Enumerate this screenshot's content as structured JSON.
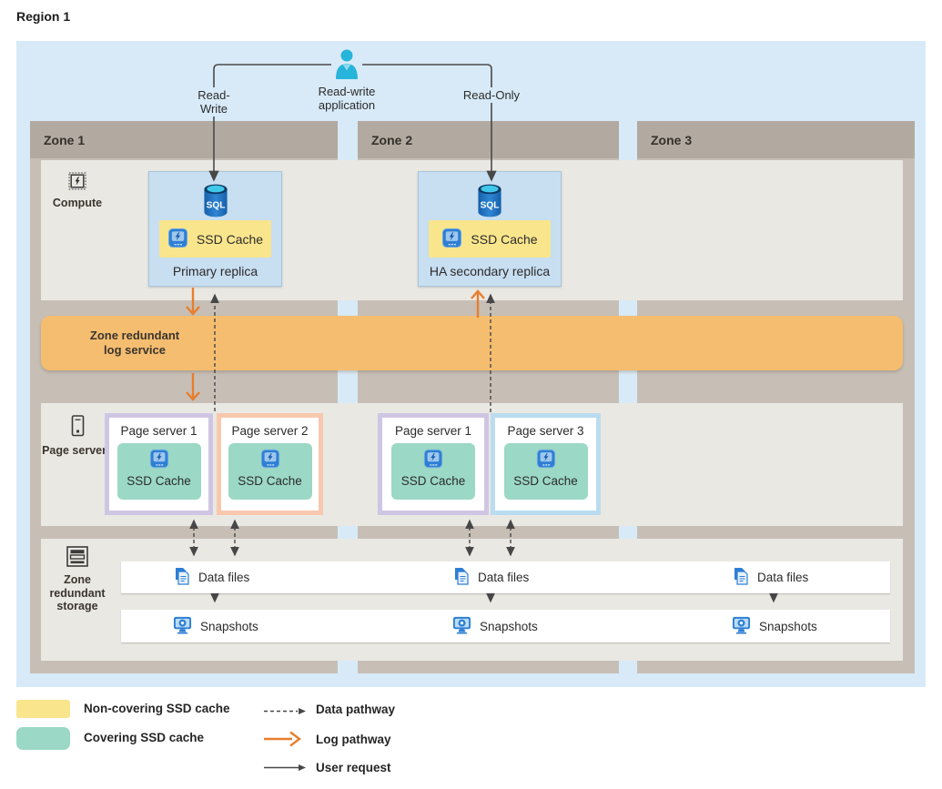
{
  "region": {
    "label": "Region 1"
  },
  "application": {
    "name": "Read-write application",
    "icon": "user-icon"
  },
  "connections": {
    "read_write": "Read-Write",
    "read_only": "Read-Only"
  },
  "zones": {
    "zone1": "Zone 1",
    "zone2": "Zone 2",
    "zone3": "Zone 3"
  },
  "compute": {
    "section_label": "Compute",
    "sql_icon_label": "SQL",
    "primary": {
      "caption": "Primary replica",
      "cache": "SSD Cache"
    },
    "ha_secondary": {
      "caption": "HA secondary replica",
      "cache": "SSD Cache"
    }
  },
  "log_service": {
    "label": "Zone redundant log service"
  },
  "page_servers": {
    "section_label": "Page servers",
    "boxes": [
      {
        "zone": "Zone 1",
        "title": "Page server 1",
        "cache": "SSD Cache",
        "accent": "lavender"
      },
      {
        "zone": "Zone 1",
        "title": "Page server 2",
        "cache": "SSD Cache",
        "accent": "peach"
      },
      {
        "zone": "Zone 2",
        "title": "Page server 1",
        "cache": "SSD Cache",
        "accent": "lavender"
      },
      {
        "zone": "Zone 2",
        "title": "Page server 3",
        "cache": "SSD Cache",
        "accent": "blue"
      }
    ]
  },
  "storage": {
    "section_label": "Zone redundant storage",
    "data_files": "Data files",
    "snapshots": "Snapshots"
  },
  "legend": {
    "items": [
      {
        "swatch": "yellow-swatch",
        "label": "Non-covering SSD cache"
      },
      {
        "swatch": "green-swatch",
        "label": "Covering SSD cache"
      },
      {
        "arrow": "dashed-arrow",
        "label": "Data pathway"
      },
      {
        "arrow": "orange-arrow",
        "label": "Log pathway"
      },
      {
        "arrow": "solid-arrow",
        "label": "User request"
      }
    ]
  },
  "colors": {
    "region_background": "#d8eaf7",
    "zone_header": "#b2a9a0",
    "zone_body": "#c7bfb6",
    "band_gray": "#eae8e3",
    "log_orange": "#f5bd70",
    "replica_blue": "#c8def1",
    "noncovering_yellow": "#f9e58c",
    "covering_green": "#9bd8c5",
    "accent_lavender": "#cfc6e4",
    "accent_peach": "#f8c8ae",
    "accent_blue": "#badcf0",
    "log_arrow": "#e87e2e",
    "data_arrow": "#474747",
    "icon_blue": "#2e7fd4"
  }
}
